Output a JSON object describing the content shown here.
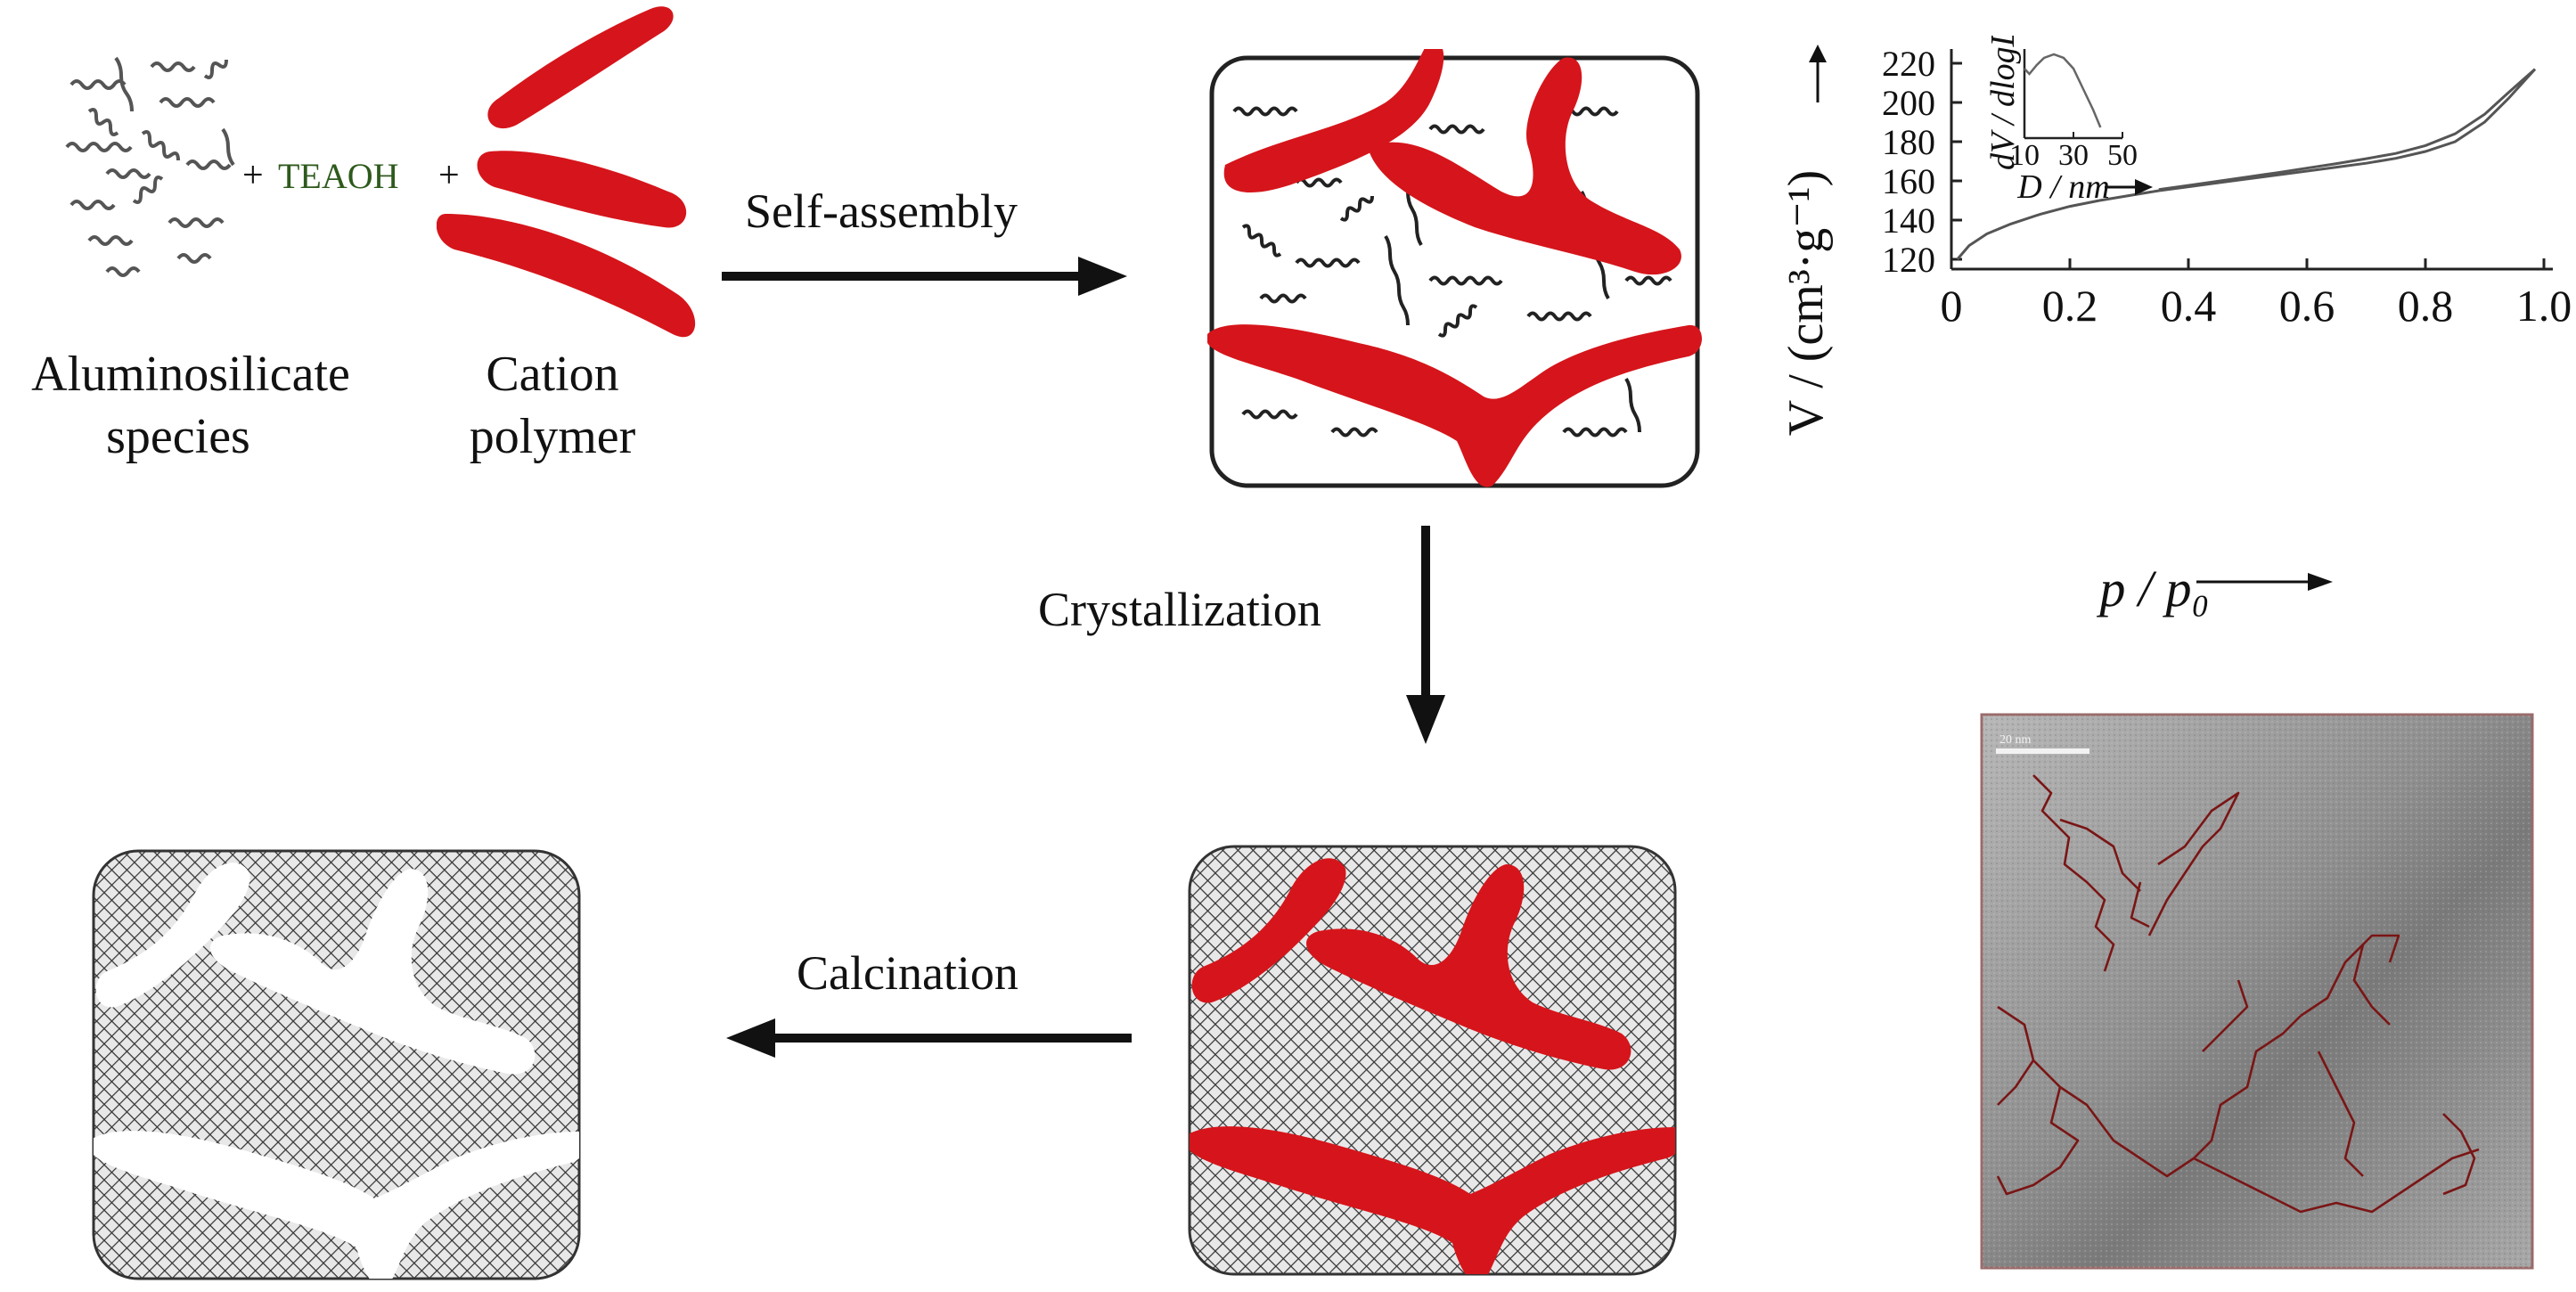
{
  "labels": {
    "aluminosilicate_line1": "Aluminosilicate",
    "aluminosilicate_line2": "species",
    "plus_left": "+",
    "teaoh": "TEAOH",
    "plus_right": "+",
    "cation_line1": "Cation",
    "cation_line2": "polymer",
    "self_assembly": "Self-assembly",
    "crystallization": "Crystallization",
    "calcination": "Calcination"
  },
  "colors": {
    "polymer": "#d5151b",
    "teaoh": "#2e5a1c",
    "arrow": "#111111",
    "tem_border": "#9a6b6b",
    "tem_trace": "#7a1515"
  },
  "tem": {
    "scale_bar_label": "20 nm"
  },
  "chart_data": {
    "type": "line",
    "ylabel": "V / (cm³·g⁻¹)",
    "xlabel": "p / p₀",
    "xlim": [
      0,
      1.0
    ],
    "ylim": [
      115,
      225
    ],
    "xticks": [
      "0",
      "0.2",
      "0.4",
      "0.6",
      "0.8",
      "1.0"
    ],
    "yticks": [
      "120",
      "140",
      "160",
      "180",
      "200",
      "220"
    ],
    "series": [
      {
        "values": [
          [
            0.01,
            120
          ],
          [
            0.03,
            127
          ],
          [
            0.06,
            133
          ],
          [
            0.1,
            138
          ],
          [
            0.15,
            143
          ],
          [
            0.2,
            147
          ],
          [
            0.25,
            150
          ],
          [
            0.3,
            152.5
          ],
          [
            0.35,
            155
          ],
          [
            0.4,
            157
          ],
          [
            0.45,
            159
          ],
          [
            0.5,
            161
          ],
          [
            0.55,
            163
          ],
          [
            0.6,
            165
          ],
          [
            0.65,
            167
          ],
          [
            0.7,
            169
          ],
          [
            0.75,
            171.5
          ],
          [
            0.8,
            175
          ],
          [
            0.85,
            180
          ],
          [
            0.9,
            190
          ],
          [
            0.94,
            202
          ],
          [
            0.97,
            212
          ],
          [
            0.985,
            217
          ]
        ]
      },
      {
        "values": [
          [
            0.35,
            155.6
          ],
          [
            0.4,
            157.7
          ],
          [
            0.45,
            159.8
          ],
          [
            0.5,
            162
          ],
          [
            0.55,
            164.2
          ],
          [
            0.6,
            166.5
          ],
          [
            0.65,
            168.8
          ],
          [
            0.7,
            171.3
          ],
          [
            0.75,
            174
          ],
          [
            0.8,
            178
          ],
          [
            0.85,
            184
          ],
          [
            0.9,
            194
          ],
          [
            0.94,
            205
          ],
          [
            0.97,
            213
          ],
          [
            0.985,
            217
          ]
        ]
      }
    ],
    "inset": {
      "type": "line",
      "ylabel": "dV / dlogD",
      "xlabel": "D / nm",
      "xlim": [
        10,
        50
      ],
      "xticks": [
        "10",
        "30",
        "50"
      ],
      "values": [
        [
          10,
          0.78
        ],
        [
          12,
          0.72
        ],
        [
          15,
          0.82
        ],
        [
          18,
          0.9
        ],
        [
          22,
          0.94
        ],
        [
          26,
          0.9
        ],
        [
          30,
          0.78
        ],
        [
          34,
          0.55
        ],
        [
          38,
          0.32
        ],
        [
          41,
          0.12
        ]
      ]
    }
  }
}
